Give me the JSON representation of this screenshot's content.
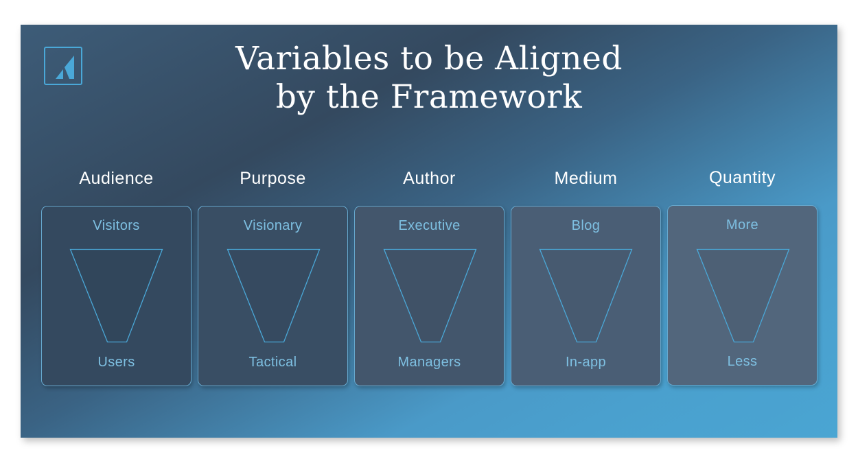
{
  "slide": {
    "title_line1": "Variables to be Aligned",
    "title_line2": "by the Framework",
    "logo_icon": "brand-logo-icon",
    "colors": {
      "accent": "#4aa8d8",
      "label_text": "#7ec0e2",
      "title_text": "#ffffff",
      "bg_dark": "#34495f",
      "bg_light": "#4aa9d7"
    }
  },
  "columns": [
    {
      "heading": "Audience",
      "top": "Visitors",
      "bottom": "Users",
      "card_color": "#34495f"
    },
    {
      "heading": "Purpose",
      "top": "Visionary",
      "bottom": "Tactical",
      "card_color": "#394e64"
    },
    {
      "heading": "Author",
      "top": "Executive",
      "bottom": "Managers",
      "card_color": "#43566c"
    },
    {
      "heading": "Medium",
      "top": "Blog",
      "bottom": "In-app",
      "card_color": "#4a5e75"
    },
    {
      "heading": "Quantity",
      "top": "More",
      "bottom": "Less",
      "card_color": "#52667c"
    }
  ]
}
